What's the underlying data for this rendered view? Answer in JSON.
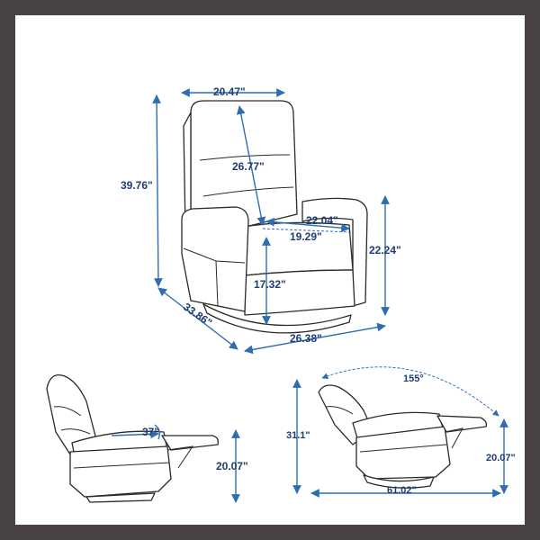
{
  "colors": {
    "dimension": "#2f6db3",
    "label": "#1f3d72",
    "frame": "#4a4343",
    "outline": "#2a2a2a"
  },
  "main_view": {
    "top_width": "20.47\"",
    "back_height": "26.77\"",
    "total_height": "39.76\"",
    "seat_depth": "22.04\"",
    "seat_width": "19.29\"",
    "arm_height": "22.24\"",
    "seat_height": "17.32\"",
    "depth": "33.86\"",
    "width": "26.38\""
  },
  "recline_view": {
    "recline_angle": "37\"",
    "footrest_height": "20.07\""
  },
  "swivel_view": {
    "swivel_angle": "155°",
    "height": "31.1\"",
    "footrest_height": "20.07\"",
    "extended_length": "61.02\""
  }
}
